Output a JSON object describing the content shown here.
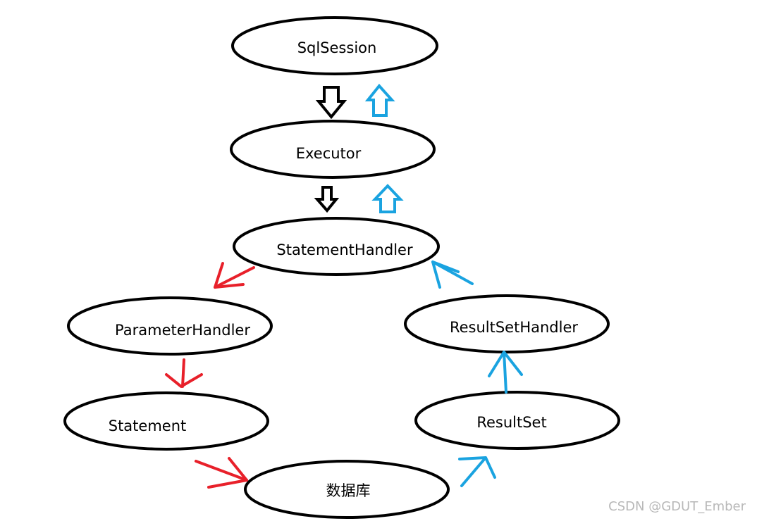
{
  "nodes": [
    {
      "id": "sqlsession",
      "label": "SqlSession"
    },
    {
      "id": "executor",
      "label": "Executor"
    },
    {
      "id": "statementhandler",
      "label": "StatementHandler"
    },
    {
      "id": "parameterhandler",
      "label": "ParameterHandler"
    },
    {
      "id": "resultsethandler",
      "label": "ResultSetHandler"
    },
    {
      "id": "statement",
      "label": "Statement"
    },
    {
      "id": "resultset",
      "label": "ResultSet"
    },
    {
      "id": "database",
      "label": "数据库"
    }
  ],
  "edges": [
    {
      "from": "sqlsession",
      "to": "executor",
      "style": "hollow",
      "color": "#000000"
    },
    {
      "from": "executor",
      "to": "sqlsession",
      "style": "hollow",
      "color": "#1aa3e0"
    },
    {
      "from": "executor",
      "to": "statementhandler",
      "style": "hollow",
      "color": "#000000"
    },
    {
      "from": "statementhandler",
      "to": "executor",
      "style": "hollow",
      "color": "#1aa3e0"
    },
    {
      "from": "statementhandler",
      "to": "parameterhandler",
      "style": "hand",
      "color": "#e8202a"
    },
    {
      "from": "parameterhandler",
      "to": "statement",
      "style": "hand",
      "color": "#e8202a"
    },
    {
      "from": "statement",
      "to": "database",
      "style": "hand",
      "color": "#e8202a"
    },
    {
      "from": "database",
      "to": "resultset",
      "style": "hand",
      "color": "#1aa3e0"
    },
    {
      "from": "resultset",
      "to": "resultsethandler",
      "style": "hand",
      "color": "#1aa3e0"
    },
    {
      "from": "resultsethandler",
      "to": "statementhandler",
      "style": "hand",
      "color": "#1aa3e0"
    }
  ],
  "watermark": "CSDN @GDUT_Ember"
}
